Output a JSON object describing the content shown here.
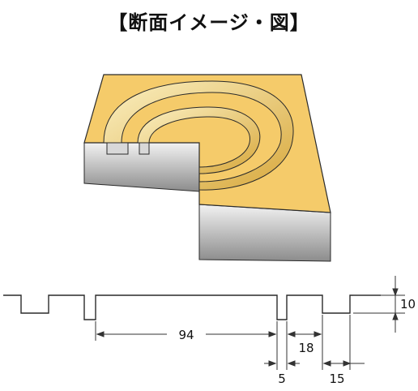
{
  "title": "【断面イメージ・図】",
  "colors": {
    "top_face": "#f5cb6a",
    "groove_face": "#e5b64f",
    "side_light": "#f1f1f1",
    "side_dark": "#8f8f8f",
    "outline": "#2a2a2a",
    "dimension_line": "#333333"
  },
  "dimensions": {
    "depth": "10",
    "span": "94",
    "pitch": "18",
    "groove_small": "5",
    "groove_large": "15"
  }
}
